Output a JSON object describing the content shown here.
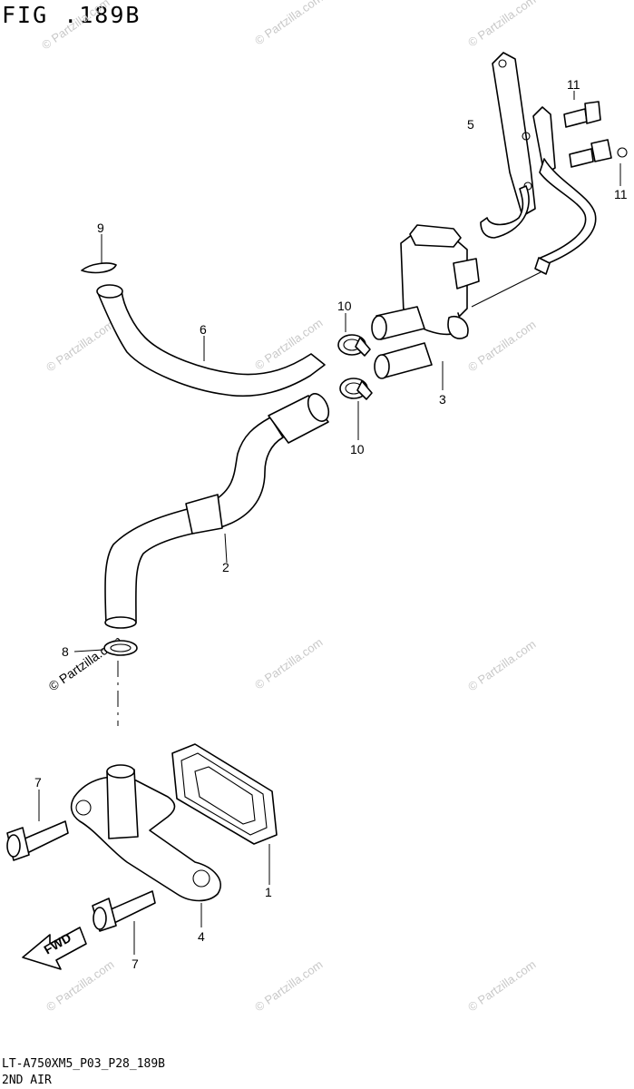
{
  "figure_title": "FIG .189B",
  "footer": {
    "code": "LT-A750XM5_P03_P28_189B",
    "name": "2ND AIR"
  },
  "watermark": "© Partzilla.com",
  "direction_label": "FWD",
  "part_labels": {
    "p1": "1",
    "p2": "2",
    "p3": "3",
    "p4": "4",
    "p5": "5",
    "p6": "6",
    "p7a": "7",
    "p7b": "7",
    "p8": "8",
    "p9": "9",
    "p10a": "10",
    "p10b": "10",
    "p11a": "11",
    "p11b": "11"
  }
}
